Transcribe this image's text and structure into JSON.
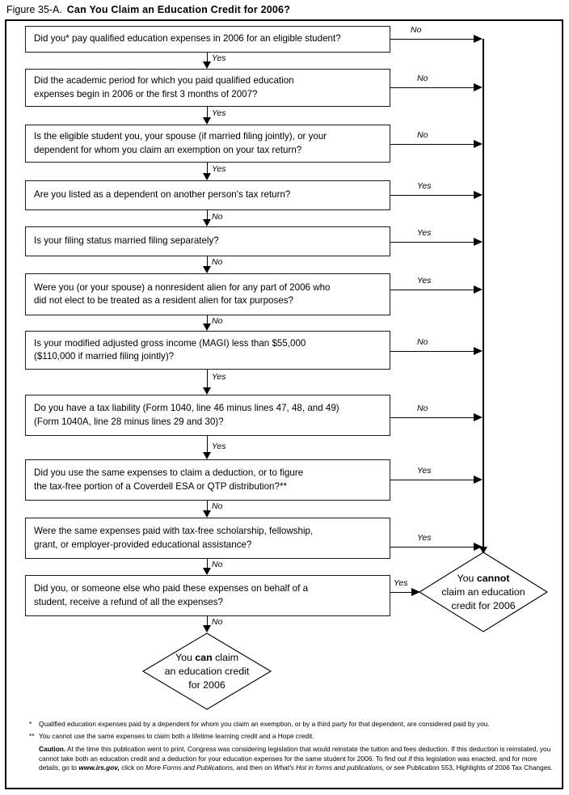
{
  "figure": {
    "number": "Figure 35-A.",
    "title": "Can You Claim an Education Credit for 2006?"
  },
  "colors": {
    "ink": "#000000",
    "box_border": "#1a1a1a",
    "background": "#ffffff"
  },
  "questions": [
    {
      "id": "q1-pay-expenses",
      "line1": "Did you* pay qualified education expenses in 2006 for an eligible student?",
      "line2": "",
      "down_label": "Yes",
      "side_label": "No"
    },
    {
      "id": "q2-academic-period",
      "line1": "Did the academic period for which you paid qualified education",
      "line2": "expenses begin in 2006 or the first 3 months of 2007?",
      "down_label": "Yes",
      "side_label": "No"
    },
    {
      "id": "q3-eligible-student",
      "line1": "Is the eligible student you, your spouse (if married filing jointly), or your",
      "line2": "dependent for whom you claim an exemption on your tax return?",
      "down_label": "Yes",
      "side_label": "No"
    },
    {
      "id": "q4-listed-dependent",
      "line1": "Are you listed as a dependent on another person's tax return?",
      "line2": "",
      "down_label": "No",
      "side_label": "Yes"
    },
    {
      "id": "q5-married-separately",
      "line1": "Is your filing status married filing separately?",
      "line2": "",
      "down_label": "No",
      "side_label": "Yes"
    },
    {
      "id": "q6-nonresident-alien",
      "line1": "Were you (or your spouse) a nonresident alien for any part of 2006 who",
      "line2": "did not elect to be treated as a resident alien for tax purposes?",
      "down_label": "No",
      "side_label": "Yes"
    },
    {
      "id": "q7-magi",
      "line1": "Is your modified adjusted gross income (MAGI) less than $55,000",
      "line2": "($110,000 if married filing jointly)?",
      "down_label": "Yes",
      "side_label": "No"
    },
    {
      "id": "q8-tax-liability",
      "line1": "Do you have a tax liability (Form 1040, line 46 minus lines 47, 48, and 49)",
      "line2": "(Form 1040A, line 28 minus lines 29 and 30)?",
      "down_label": "Yes",
      "side_label": "No"
    },
    {
      "id": "q9-same-expenses-deduction",
      "line1": "Did you use the same expenses to claim a deduction, or to figure",
      "line2": "the tax-free portion of a Coverdell ESA or QTP distribution?**",
      "down_label": "No",
      "side_label": "Yes"
    },
    {
      "id": "q10-scholarship",
      "line1": "Were the same expenses paid with tax-free scholarship, fellowship,",
      "line2": "grant, or employer-provided educational assistance?",
      "down_label": "No",
      "side_label": "Yes"
    },
    {
      "id": "q11-refund",
      "line1": "Did you, or someone else who paid these expenses on behalf of a",
      "line2": "student, receive a refund of all the expenses?",
      "down_label": "No",
      "side_label": "Yes"
    }
  ],
  "terminals": {
    "cannot": {
      "id": "cannot-claim",
      "line1_prefix": "You ",
      "line1_bold": "cannot",
      "line2": "claim an education",
      "line3": "credit for 2006"
    },
    "can": {
      "id": "can-claim",
      "line1_prefix": "You ",
      "line1_bold": "can",
      "line1_suffix": " claim",
      "line2": "an education credit",
      "line3": "for 2006"
    }
  },
  "footnotes": {
    "one_mark": "*",
    "one_text": "Qualified education expenses paid by a dependent for whom you claim an exemption, or by a third party for that dependent, are considered paid by you.",
    "two_mark": "**",
    "two_text": "You cannot use the same expenses to claim both a lifetime learning credit and a Hope credit.",
    "caution_label": "Caution.",
    "caution_part1": " At the time this publication went to print, Congress was considering legislation that would reinstate the tuition and fees deduction. If this deduction is reinstated, you cannot take both an education credit and a deduction for your education expenses for the same student for 2006. To find out if this legislation was enacted, and for more details, go to ",
    "caution_site": "www.irs.gov,",
    "caution_part2": " click on ",
    "caution_link1": "More Forms and Publications,",
    "caution_part3": " and then on ",
    "caution_link2": "What's Hot in forms and publications,",
    "caution_part4": " or see Publication 553, Highlights of 2006 Tax Changes."
  }
}
